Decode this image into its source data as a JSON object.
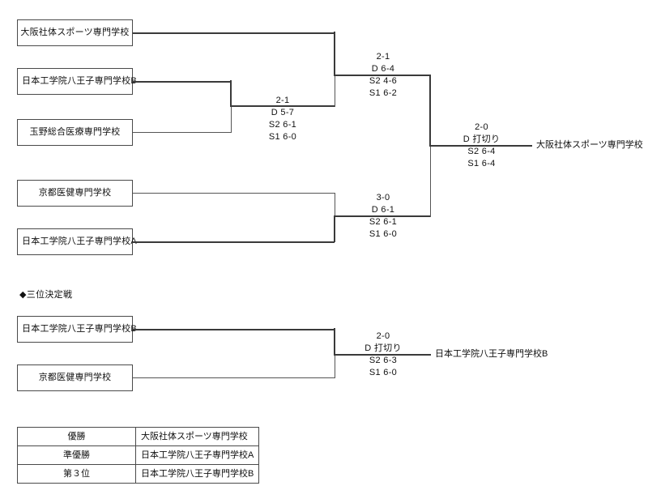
{
  "main_bracket": {
    "teams": [
      {
        "id": "r1-1",
        "name": "大阪社体スポーツ専門学校"
      },
      {
        "id": "r1-2",
        "name": "日本工学院八王子専門学校B"
      },
      {
        "id": "r1-3",
        "name": "玉野総合医療専門学校"
      },
      {
        "id": "r1-4",
        "name": "京都医健専門学校"
      },
      {
        "id": "r1-5",
        "name": "日本工学院八王子専門学校A"
      }
    ],
    "matches": [
      {
        "id": "qf-lower",
        "result": "2-1",
        "rows": [
          "D 5-7",
          "S2 6-1",
          "S1 6-0"
        ]
      },
      {
        "id": "sf-top",
        "result": "2-1",
        "rows": [
          "D 6-4",
          "S2 4-6",
          "S1 6-2"
        ]
      },
      {
        "id": "sf-bottom",
        "result": "3-0",
        "rows": [
          "D 6-1",
          "S2 6-1",
          "S1 6-0"
        ]
      },
      {
        "id": "final",
        "result": "2-0",
        "rows": [
          "D 打切り",
          "S2 6-4",
          "S1 6-4"
        ]
      }
    ],
    "champion_label": "大阪社体スポーツ専門学校"
  },
  "third_place": {
    "heading_bullet": "◆",
    "heading_text": "三位決定戦",
    "teams": [
      {
        "id": "tp-1",
        "name": "日本工学院八王子専門学校B"
      },
      {
        "id": "tp-2",
        "name": "京都医健専門学校"
      }
    ],
    "match": {
      "id": "third-place-match",
      "result": "2-0",
      "rows": [
        "D 打切り",
        "S2 6-3",
        "S1 6-0"
      ]
    },
    "winner_label": "日本工学院八王子専門学校B"
  },
  "results_table": {
    "rows": [
      {
        "rank": "優勝",
        "team": "大阪社体スポーツ専門学校"
      },
      {
        "rank": "準優勝",
        "team": "日本工学院八王子専門学校A"
      },
      {
        "rank": "第３位",
        "team": "日本工学院八王子専門学校B"
      }
    ]
  },
  "colors": {
    "line": "#3a3a3a",
    "line_thin": "#555555",
    "box_border": "#4a4a4a",
    "text": "#111111",
    "background": "#ffffff"
  }
}
